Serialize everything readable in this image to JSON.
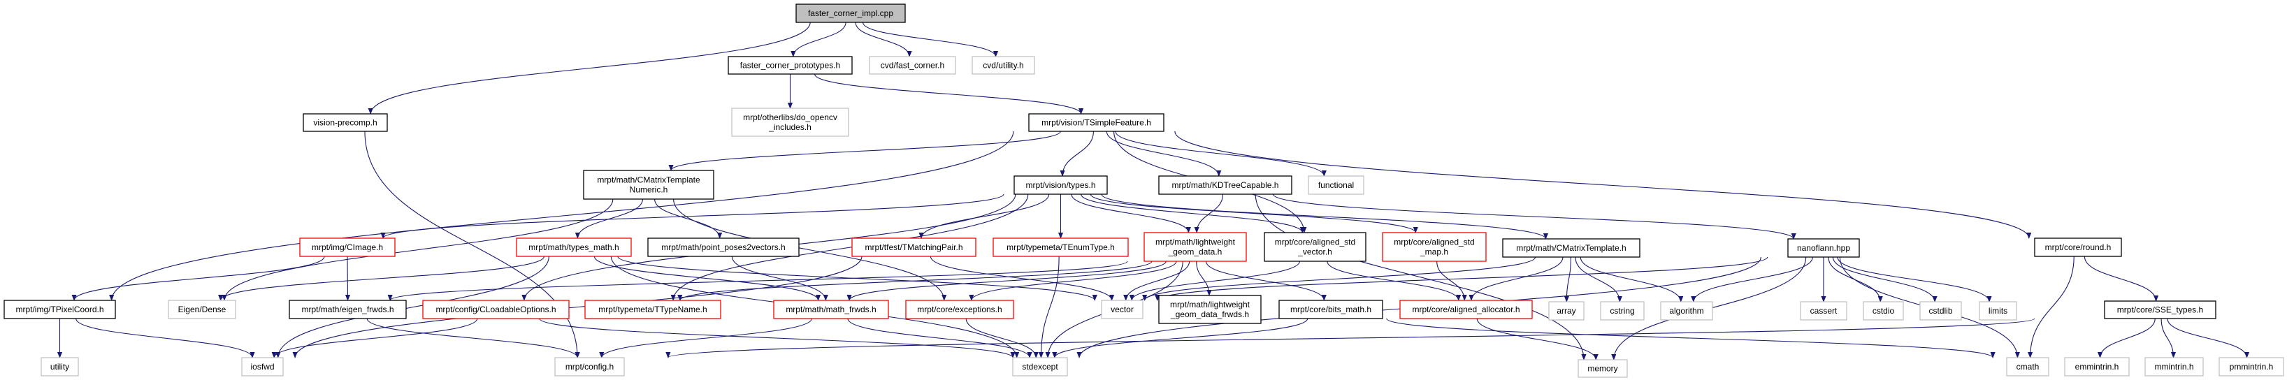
{
  "graph": {
    "title": "faster_corner_impl.cpp",
    "colors": {
      "edge": "#191970",
      "root_fill": "#bfbfbf",
      "black": "#000000",
      "red": "#ff0000",
      "gray": "#bfbfbf"
    },
    "nodes": [
      {
        "id": "root",
        "lines": [
          "faster_corner_impl.cpp"
        ],
        "kind": "root"
      },
      {
        "id": "vprecomp",
        "lines": [
          "vision-precomp.h"
        ],
        "kind": "black"
      },
      {
        "id": "protos",
        "lines": [
          "faster_corner_prototypes.h"
        ],
        "kind": "black"
      },
      {
        "id": "fastcorner",
        "lines": [
          "cvd/fast_corner.h"
        ],
        "kind": "gray"
      },
      {
        "id": "cvdutil",
        "lines": [
          "cvd/utility.h"
        ],
        "kind": "gray"
      },
      {
        "id": "opencv",
        "lines": [
          "mrpt/otherlibs/do_opencv",
          "_includes.h"
        ],
        "kind": "gray"
      },
      {
        "id": "tsf",
        "lines": [
          "mrpt/vision/TSimpleFeature.h"
        ],
        "kind": "black"
      },
      {
        "id": "cmtn",
        "lines": [
          "mrpt/math/CMatrixTemplate",
          "Numeric.h"
        ],
        "kind": "black"
      },
      {
        "id": "vtypes",
        "lines": [
          "mrpt/vision/types.h"
        ],
        "kind": "black"
      },
      {
        "id": "kdtree",
        "lines": [
          "mrpt/math/KDTreeCapable.h"
        ],
        "kind": "black"
      },
      {
        "id": "functional",
        "lines": [
          "functional"
        ],
        "kind": "gray"
      },
      {
        "id": "round",
        "lines": [
          "mrpt/core/round.h"
        ],
        "kind": "black"
      },
      {
        "id": "cimage",
        "lines": [
          "mrpt/img/CImage.h"
        ],
        "kind": "red"
      },
      {
        "id": "typesmath",
        "lines": [
          "mrpt/math/types_math.h"
        ],
        "kind": "red"
      },
      {
        "id": "pp2v",
        "lines": [
          "mrpt/math/point_poses2vectors.h"
        ],
        "kind": "black"
      },
      {
        "id": "tmatch",
        "lines": [
          "mrpt/tfest/TMatchingPair.h"
        ],
        "kind": "red"
      },
      {
        "id": "tenum",
        "lines": [
          "mrpt/typemeta/TEnumType.h"
        ],
        "kind": "red"
      },
      {
        "id": "lwgeom",
        "lines": [
          "mrpt/math/lightweight",
          "_geom_data.h"
        ],
        "kind": "red"
      },
      {
        "id": "alvec",
        "lines": [
          "mrpt/core/aligned_std",
          "_vector.h"
        ],
        "kind": "black"
      },
      {
        "id": "almap",
        "lines": [
          "mrpt/core/aligned_std",
          "_map.h"
        ],
        "kind": "red"
      },
      {
        "id": "cmt",
        "lines": [
          "mrpt/math/CMatrixTemplate.h"
        ],
        "kind": "black"
      },
      {
        "id": "nanoflann",
        "lines": [
          "nanoflann.hpp"
        ],
        "kind": "black"
      },
      {
        "id": "tpixel",
        "lines": [
          "mrpt/img/TPixelCoord.h"
        ],
        "kind": "black"
      },
      {
        "id": "eigendense",
        "lines": [
          "Eigen/Dense"
        ],
        "kind": "gray"
      },
      {
        "id": "eigenfrwds",
        "lines": [
          "mrpt/math/eigen_frwds.h"
        ],
        "kind": "black"
      },
      {
        "id": "cloadable",
        "lines": [
          "mrpt/config/CLoadableOptions.h"
        ],
        "kind": "red"
      },
      {
        "id": "ttypename",
        "lines": [
          "mrpt/typemeta/TTypeName.h"
        ],
        "kind": "red"
      },
      {
        "id": "mathfrwds",
        "lines": [
          "mrpt/math/math_frwds.h"
        ],
        "kind": "red"
      },
      {
        "id": "exceptions",
        "lines": [
          "mrpt/core/exceptions.h"
        ],
        "kind": "red"
      },
      {
        "id": "vector",
        "lines": [
          "vector"
        ],
        "kind": "gray"
      },
      {
        "id": "lwfrwds",
        "lines": [
          "mrpt/math/lightweight",
          "_geom_data_frwds.h"
        ],
        "kind": "black"
      },
      {
        "id": "bitsmath",
        "lines": [
          "mrpt/core/bits_math.h"
        ],
        "kind": "black"
      },
      {
        "id": "alalloc",
        "lines": [
          "mrpt/core/aligned_allocator.h"
        ],
        "kind": "red"
      },
      {
        "id": "array",
        "lines": [
          "array"
        ],
        "kind": "gray"
      },
      {
        "id": "cstring",
        "lines": [
          "cstring"
        ],
        "kind": "gray"
      },
      {
        "id": "algorithm",
        "lines": [
          "algorithm"
        ],
        "kind": "gray"
      },
      {
        "id": "cassert",
        "lines": [
          "cassert"
        ],
        "kind": "gray"
      },
      {
        "id": "cstdio",
        "lines": [
          "cstdio"
        ],
        "kind": "gray"
      },
      {
        "id": "cstdlib",
        "lines": [
          "cstdlib"
        ],
        "kind": "gray"
      },
      {
        "id": "limits",
        "lines": [
          "limits"
        ],
        "kind": "gray"
      },
      {
        "id": "sse",
        "lines": [
          "mrpt/core/SSE_types.h"
        ],
        "kind": "black"
      },
      {
        "id": "utility",
        "lines": [
          "utility"
        ],
        "kind": "gray"
      },
      {
        "id": "iosfwd",
        "lines": [
          "iosfwd"
        ],
        "kind": "gray"
      },
      {
        "id": "config",
        "lines": [
          "mrpt/config.h"
        ],
        "kind": "gray"
      },
      {
        "id": "stdexcept",
        "lines": [
          "stdexcept"
        ],
        "kind": "gray"
      },
      {
        "id": "memory",
        "lines": [
          "memory"
        ],
        "kind": "gray"
      },
      {
        "id": "cmath",
        "lines": [
          "cmath"
        ],
        "kind": "gray"
      },
      {
        "id": "emm",
        "lines": [
          "emmintrin.h"
        ],
        "kind": "gray"
      },
      {
        "id": "mm",
        "lines": [
          "mmintrin.h"
        ],
        "kind": "gray"
      },
      {
        "id": "pmm",
        "lines": [
          "pmmintrin.h"
        ],
        "kind": "gray"
      }
    ],
    "edges": [
      [
        "root",
        "vprecomp"
      ],
      [
        "root",
        "protos"
      ],
      [
        "root",
        "fastcorner"
      ],
      [
        "root",
        "cvdutil"
      ],
      [
        "protos",
        "opencv"
      ],
      [
        "protos",
        "tsf"
      ],
      [
        "vprecomp",
        "config"
      ],
      [
        "tsf",
        "cmtn"
      ],
      [
        "tsf",
        "tpixel"
      ],
      [
        "tsf",
        "vtypes"
      ],
      [
        "tsf",
        "kdtree"
      ],
      [
        "tsf",
        "functional"
      ],
      [
        "tsf",
        "round"
      ],
      [
        "tsf",
        "alvec"
      ],
      [
        "cmtn",
        "eigendense"
      ],
      [
        "cmtn",
        "typesmath"
      ],
      [
        "cmtn",
        "pp2v"
      ],
      [
        "cmtn",
        "exceptions"
      ],
      [
        "vtypes",
        "cimage"
      ],
      [
        "vtypes",
        "tmatch"
      ],
      [
        "vtypes",
        "tenum"
      ],
      [
        "vtypes",
        "lwgeom"
      ],
      [
        "vtypes",
        "alvec"
      ],
      [
        "vtypes",
        "almap"
      ],
      [
        "vtypes",
        "cmt"
      ],
      [
        "vtypes",
        "cloadable"
      ],
      [
        "vtypes",
        "ttypename"
      ],
      [
        "kdtree",
        "lwgeom"
      ],
      [
        "kdtree",
        "nanoflann"
      ],
      [
        "kdtree",
        "memory"
      ],
      [
        "cimage",
        "tpixel"
      ],
      [
        "cimage",
        "eigenfrwds"
      ],
      [
        "typesmath",
        "eigendense"
      ],
      [
        "typesmath",
        "iosfwd"
      ],
      [
        "typesmath",
        "mathfrwds"
      ],
      [
        "typesmath",
        "vector"
      ],
      [
        "typesmath",
        "stdexcept"
      ],
      [
        "pp2v",
        "mathfrwds"
      ],
      [
        "tmatch",
        "vector"
      ],
      [
        "tmatch",
        "iosfwd"
      ],
      [
        "tenum",
        "stdexcept"
      ],
      [
        "lwgeom",
        "mathfrwds"
      ],
      [
        "lwgeom",
        "exceptions"
      ],
      [
        "lwgeom",
        "vector"
      ],
      [
        "lwgeom",
        "lwfrwds"
      ],
      [
        "lwgeom",
        "bitsmath"
      ],
      [
        "lwgeom",
        "stdexcept"
      ],
      [
        "lwgeom",
        "eigenfrwds"
      ],
      [
        "lwgeom",
        "ttypename"
      ],
      [
        "alvec",
        "vector"
      ],
      [
        "alvec",
        "alalloc"
      ],
      [
        "almap",
        "alalloc"
      ],
      [
        "cmt",
        "alalloc"
      ],
      [
        "cmt",
        "array"
      ],
      [
        "cmt",
        "cstring"
      ],
      [
        "cmt",
        "algorithm"
      ],
      [
        "cmt",
        "vector"
      ],
      [
        "nanoflann",
        "algorithm"
      ],
      [
        "nanoflann",
        "cassert"
      ],
      [
        "nanoflann",
        "cstdio"
      ],
      [
        "nanoflann",
        "cstdlib"
      ],
      [
        "nanoflann",
        "limits"
      ],
      [
        "nanoflann",
        "cmath"
      ],
      [
        "nanoflann",
        "vector"
      ],
      [
        "nanoflann",
        "stdexcept"
      ],
      [
        "nanoflann",
        "memory"
      ],
      [
        "round",
        "cmath"
      ],
      [
        "round",
        "sse"
      ],
      [
        "sse",
        "emm"
      ],
      [
        "sse",
        "mm"
      ],
      [
        "sse",
        "pmm"
      ],
      [
        "sse",
        "config"
      ],
      [
        "tpixel",
        "utility"
      ],
      [
        "tpixel",
        "iosfwd"
      ],
      [
        "eigenfrwds",
        "config"
      ],
      [
        "cloadable",
        "iosfwd"
      ],
      [
        "cloadable",
        "stdexcept"
      ],
      [
        "mathfrwds",
        "config"
      ],
      [
        "mathfrwds",
        "stdexcept"
      ],
      [
        "exceptions",
        "stdexcept"
      ],
      [
        "bitsmath",
        "stdexcept"
      ],
      [
        "bitsmath",
        "cmath"
      ],
      [
        "alalloc",
        "memory"
      ]
    ]
  }
}
